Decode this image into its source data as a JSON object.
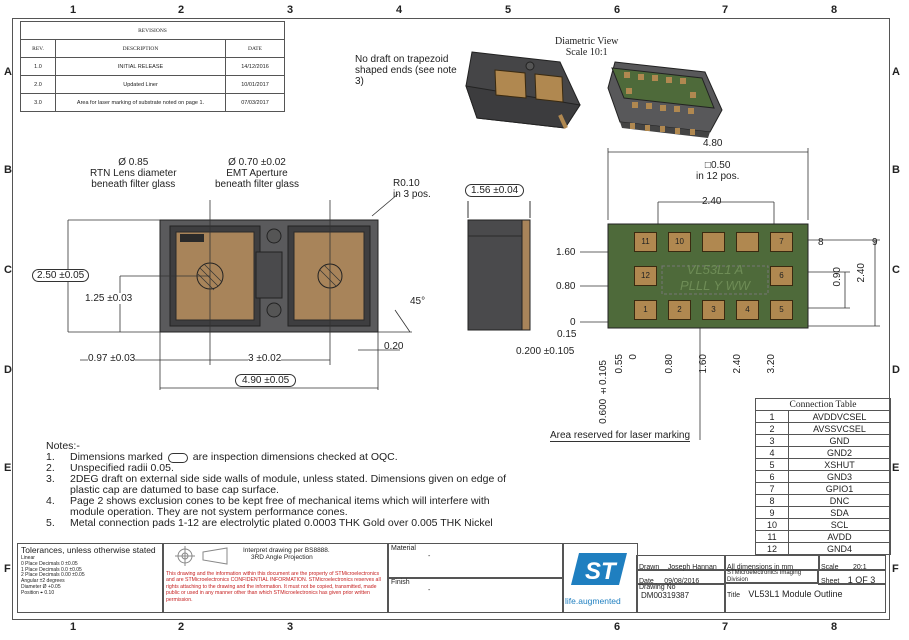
{
  "grid": {
    "columns": [
      "1",
      "2",
      "3",
      "4",
      "5",
      "6",
      "7",
      "8"
    ],
    "rows": [
      "A",
      "B",
      "C",
      "D",
      "E",
      "F"
    ]
  },
  "revisions": {
    "title": "REVISIONS",
    "headers": [
      "REV.",
      "DESCRIPTION",
      "DATE"
    ],
    "rows": [
      [
        "1.0",
        "INITIAL RELEASE",
        "14/12/2016"
      ],
      [
        "2.0",
        "Updated Liner",
        "10/01/2017"
      ],
      [
        "3.0",
        "Area for laser marking of substrate noted on page 1.",
        "07/03/2017"
      ]
    ]
  },
  "diametric": {
    "title": "Diametric View",
    "scale": "Scale 10:1",
    "note": "No draft on trapezoid shaped ends (see note 3)",
    "marking": [
      "VL53L1 A",
      "PLLL Y WW"
    ]
  },
  "front_view": {
    "rtn_dia": "Ø 0.85",
    "rtn_label": [
      "RTN Lens diameter",
      "beneath filter glass"
    ],
    "emt_dia": "Ø 0.70 ±0.02",
    "emt_label": [
      "EMT Aperture",
      "beneath filter glass"
    ],
    "radius": [
      "R0.10",
      "in 3 pos."
    ],
    "height": "2.50 ±0.05",
    "center_height": "1.25 ±0.03",
    "angle": "45°",
    "chamfer": "0.20",
    "offset": "0.97 ±0.03",
    "pitch": "3 ±0.02",
    "width": "4.90 ±0.05"
  },
  "side_view": {
    "thickness": "1.56 ±0.04"
  },
  "bottom_view": {
    "width": "4.80",
    "pad_size": [
      "□0.50",
      "in 12 pos."
    ],
    "pad_span": "2.40",
    "pads_top": [
      "11",
      "10",
      "",
      "",
      "7"
    ],
    "pads_mid": [
      "12",
      "6"
    ],
    "pads_bot": [
      "1",
      "2",
      "3",
      "4",
      "5"
    ],
    "pins_right": [
      "8",
      "9"
    ],
    "y_dims": [
      "1.60",
      "0.80",
      "0",
      "0.15",
      "0.200 ±0.105"
    ],
    "x_dims": [
      "0.600 ±0.105",
      "0.55",
      "0",
      "0.80",
      "1.60",
      "2.40",
      "3.20"
    ],
    "right_dims": [
      "0.90",
      "2.40"
    ],
    "laser_note": "Area reserved for laser marking"
  },
  "connection_table": {
    "title": "Connection Table",
    "rows": [
      [
        "1",
        "AVDDVCSEL"
      ],
      [
        "2",
        "AVSSVCSEL"
      ],
      [
        "3",
        "GND"
      ],
      [
        "4",
        "GND2"
      ],
      [
        "5",
        "XSHUT"
      ],
      [
        "6",
        "GND3"
      ],
      [
        "7",
        "GPIO1"
      ],
      [
        "8",
        "DNC"
      ],
      [
        "9",
        "SDA"
      ],
      [
        "10",
        "SCL"
      ],
      [
        "11",
        "AVDD"
      ],
      [
        "12",
        "GND4"
      ]
    ]
  },
  "notes": {
    "title": "Notes:-",
    "items": [
      [
        "1.",
        "Dimensions marked",
        "are inspection dimensions checked at OQC."
      ],
      [
        "2.",
        "Unspecified radii 0.05.",
        ""
      ],
      [
        "3.",
        "2DEG draft on external side side walls of module, unless stated. Dimensions given on edge of",
        "plastic cap are datumed to base cap surface."
      ],
      [
        "4.",
        "Page 2 shows exclusion cones to be kept free of mechanical items which will interfere with",
        "module operation. They are not system performance cones."
      ],
      [
        "5.",
        "Metal connection pads 1-12 are electrolytic plated 0.0003 THK Gold over 0.005 THK Nickel",
        ""
      ]
    ]
  },
  "title_block": {
    "tolerances": "Tolerances, unless otherwise stated",
    "tol_lines": [
      "Linear",
      "0 Place Decimals 0    ±0.05",
      "1 Place Decimals 0.0  ±0.05",
      "2 Place Decimals 0.00 ±0.05",
      "Angular                ±2 degrees",
      "Diameter Ø             +0.05",
      "Position ⌖ 0.10"
    ],
    "projection": [
      "Interpret drawing per BS8888.",
      "3RD Angle Projection"
    ],
    "confidential": "This drawing and the information within this document are the property of STMicroelectronics and are STMicroelectronics CONFIDENTIAL INFORMATION. STMicroelectronics reserves all rights attaching to the drawing and the information. It must not be copied, transmitted, made public or used in any manner other than which STMicroelectronics has given prior written permission.",
    "material_label": "Material",
    "material_value": "-",
    "finish_label": "Finish",
    "finish_value": "-",
    "logo_tagline": "life.augmented",
    "drawn_label": "Drawn",
    "drawn_value": "Joseph Hannan",
    "date_label": "Date",
    "date_value": "09/08/2016",
    "drawing_no_label": "Drawing No",
    "drawing_no_value": "DM00319387",
    "dims_note": "All dimensions in mm",
    "scale_label": "Scale",
    "scale_value": "20:1",
    "company": "STMicroelectronics Imaging Division",
    "sheet_label": "Sheet",
    "sheet_value": "1 OF 3",
    "title_label": "Title",
    "title_value": "VL53L1 Module Outline"
  },
  "colors": {
    "pad": "#b08850",
    "substrate": "#4e6a3a",
    "housing": "#58585a",
    "line": "#333333",
    "logo": "#1f7fc0"
  }
}
